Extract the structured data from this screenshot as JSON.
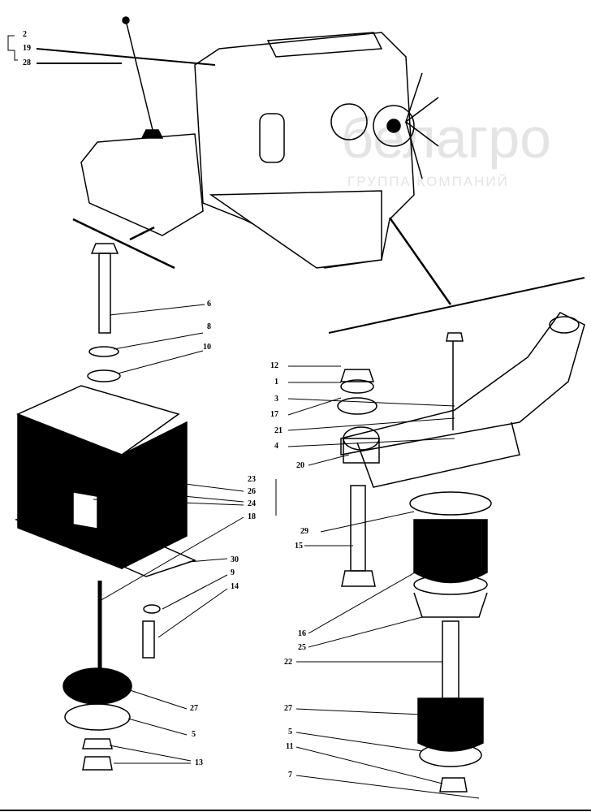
{
  "watermark": {
    "brand": "белагро",
    "subtitle": "ГРУППА КОМПАНИЙ"
  },
  "labels": {
    "top_left": [
      "2",
      "19",
      "28"
    ],
    "left_assembly": [
      "6",
      "8",
      "10",
      "23",
      "26",
      "24",
      "18",
      "30",
      "9",
      "14",
      "27",
      "5",
      "13"
    ],
    "right_assembly": [
      "12",
      "1",
      "3",
      "17",
      "21",
      "4",
      "20",
      "29",
      "15",
      "16",
      "25",
      "22",
      "27",
      "5",
      "11",
      "7"
    ]
  }
}
